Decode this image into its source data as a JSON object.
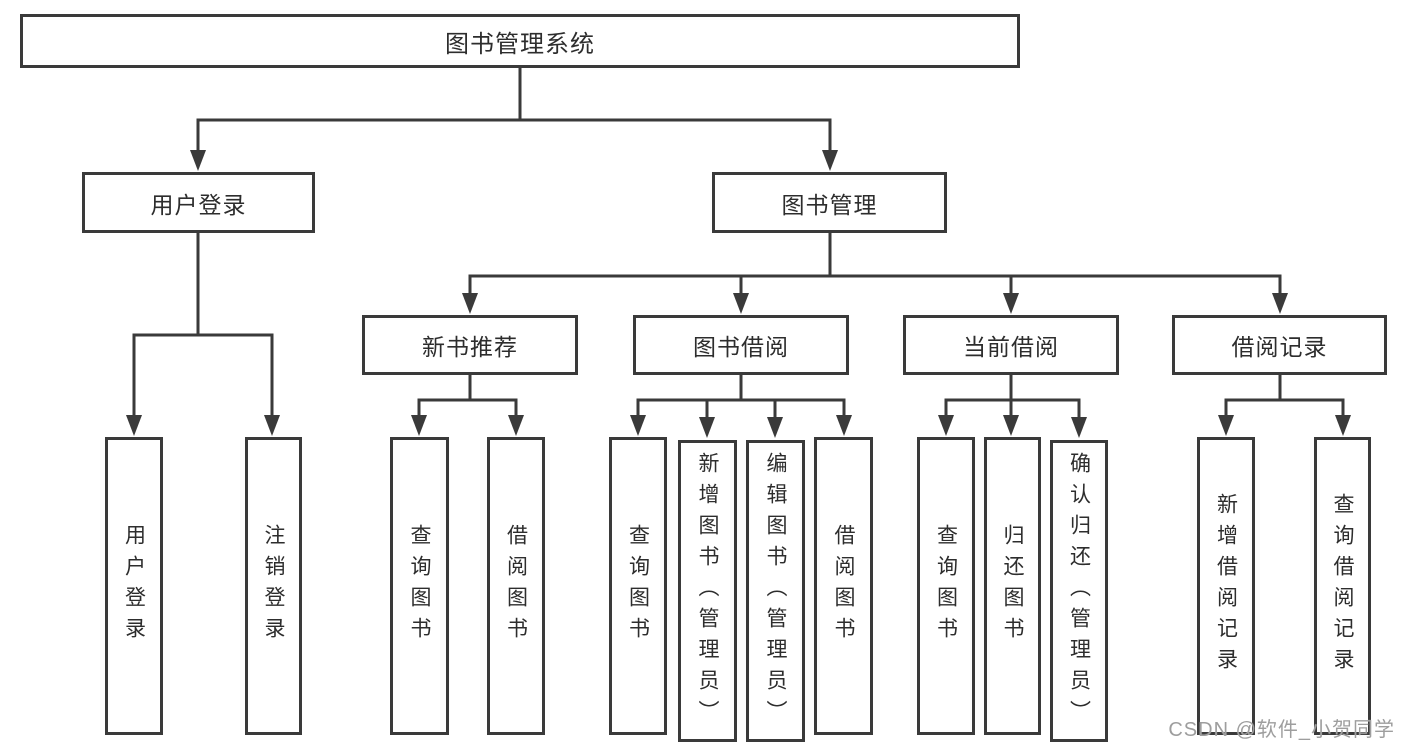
{
  "watermark": "CSDN @软件_小贺同学",
  "colors": {
    "line": "#3a3a3a",
    "text": "#2d2d2d",
    "background": "#ffffff",
    "watermark": "#9e9e9e"
  },
  "tree": {
    "label": "图书管理系统",
    "children": [
      {
        "label": "用户登录",
        "children": [
          {
            "label": "用户登录"
          },
          {
            "label": "注销登录"
          }
        ]
      },
      {
        "label": "图书管理",
        "children": [
          {
            "label": "新书推荐",
            "children": [
              {
                "label": "查询图书"
              },
              {
                "label": "借阅图书"
              }
            ]
          },
          {
            "label": "图书借阅",
            "children": [
              {
                "label": "查询图书"
              },
              {
                "label": "新增图书（管理员）"
              },
              {
                "label": "编辑图书（管理员）"
              },
              {
                "label": "借阅图书"
              }
            ]
          },
          {
            "label": "当前借阅",
            "children": [
              {
                "label": "查询图书"
              },
              {
                "label": "归还图书"
              },
              {
                "label": "确认归还（管理员）"
              }
            ]
          },
          {
            "label": "借阅记录",
            "children": [
              {
                "label": "新增借阅记录"
              },
              {
                "label": "查询借阅记录"
              }
            ]
          }
        ]
      }
    ]
  }
}
